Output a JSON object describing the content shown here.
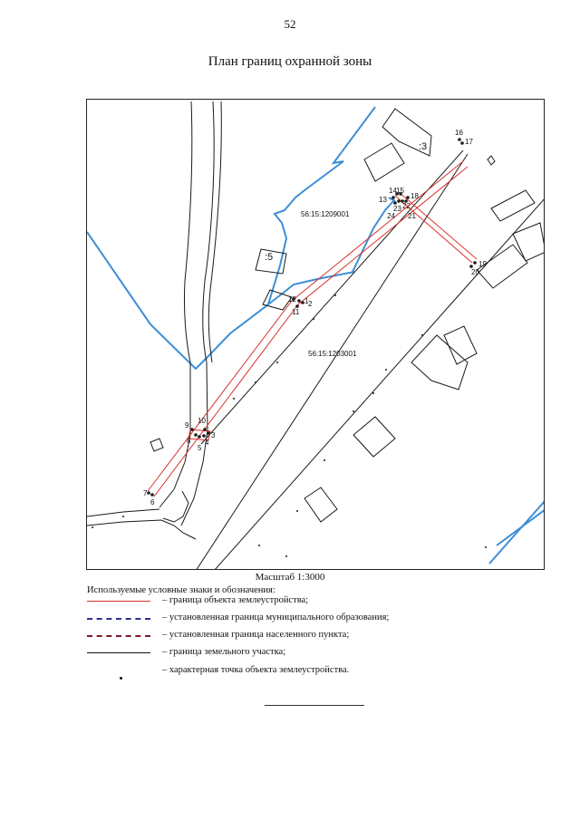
{
  "page": {
    "number": "52"
  },
  "map": {
    "title": "План границ охранной зоны",
    "quarters": [
      "56:15:1209001",
      "56:15:1203001"
    ],
    "parcels": [
      ":5",
      ":3"
    ],
    "points": [
      "1",
      "2",
      "3",
      "4",
      "5",
      "6",
      "7",
      "8",
      "9",
      "10",
      "11",
      "12",
      "13",
      "14",
      "15",
      "16",
      "17",
      "18",
      "19",
      "20",
      "21",
      "22",
      "23",
      "24"
    ],
    "colors": {
      "object_boundary": "#d9332b",
      "municipal_boundary": "#2b2f8f",
      "settlement_boundary": "#7a1a2a",
      "parcel_boundary": "#111111",
      "quarter_boundary": "#3b8fd6"
    }
  },
  "scale": {
    "label": "Масштаб 1:3000"
  },
  "legend": {
    "title": "Используемые условные знаки и обозначения:",
    "items": [
      {
        "symbol": "object-boundary-line",
        "text": "– граница объекта землеустройства;"
      },
      {
        "symbol": "municipal-boundary-line",
        "text": "– установленная граница муниципального образования;"
      },
      {
        "symbol": "settlement-boundary-line",
        "text": "– установленная граница населенного пункта;"
      },
      {
        "symbol": "parcel-boundary-line",
        "text": "– граница земельного участка;"
      },
      {
        "symbol": "characteristic-point",
        "text": "– характерная точка объекта землеустройства."
      }
    ]
  }
}
